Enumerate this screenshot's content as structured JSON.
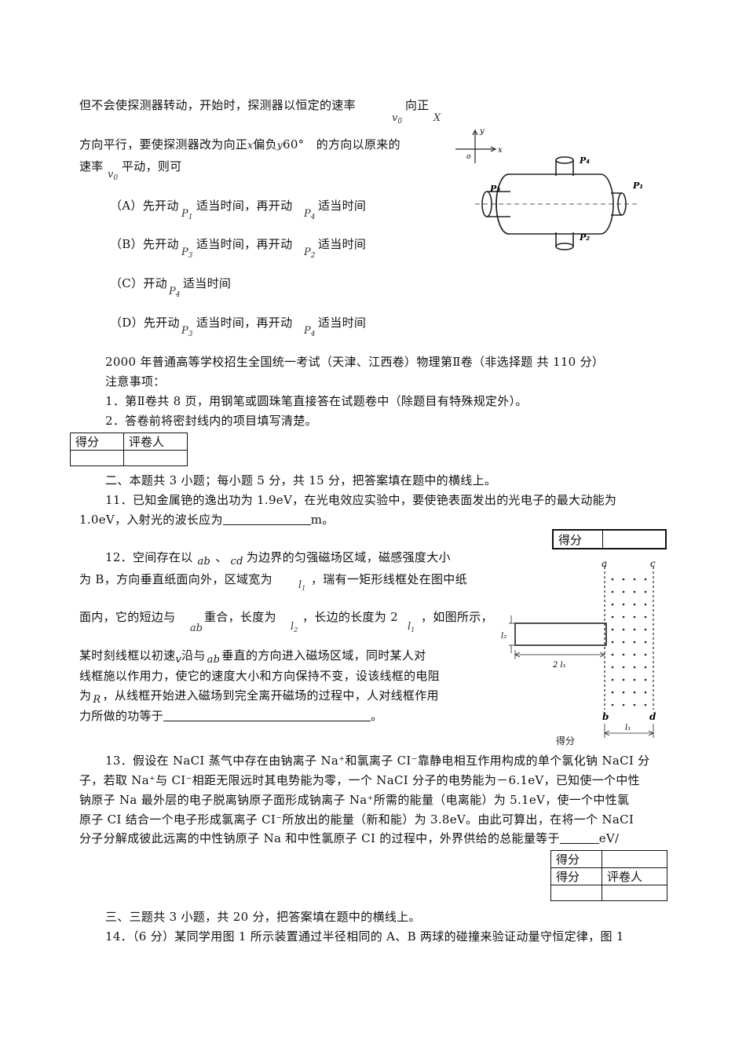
{
  "intro": {
    "line1": "但不会使探测器转动，开始时，探测器以恒定的速率",
    "line1_end": "向正",
    "v0": "v",
    "v0_sub": "0",
    "x_label": "X",
    "line2a": "方向平行，要使探测器改为向正",
    "line2_x": "x",
    "line2b": "偏负",
    "line2_y": "y",
    "line2c": "60°　的方向以原来的",
    "line3a": "速率",
    "line3b": "平动，则可"
  },
  "options": [
    {
      "prefix": "（A）先开动",
      "p1": "P",
      "p1_sub": "1",
      "mid": "适当时间，再开动",
      "p2": "P",
      "p2_sub": "4",
      "end": "适当时间"
    },
    {
      "prefix": "（B）先开动",
      "p1": "P",
      "p1_sub": "3",
      "mid": "适当时间，再开动",
      "p2": "P",
      "p2_sub": "2",
      "end": "适当时间"
    },
    {
      "prefix": "（C）开动",
      "p1": "P",
      "p1_sub": "4",
      "mid": "适当时间"
    },
    {
      "prefix": "（D）先开动",
      "p1": "P",
      "p1_sub": "3",
      "mid": "适当时间，再开动",
      "p2": "P",
      "p2_sub": "4",
      "end": "适当时间"
    }
  ],
  "exam_title": "2000 年普通高等学校招生全国统一考试（天津、江西卷）物理第Ⅱ卷（非选择题 共 110 分）",
  "notice_head": "注意事项：",
  "notice_1": "1．第Ⅱ卷共 8 页，用钢笔或圆珠笔直接答在试题卷中（除题目有特殊规定外）。",
  "notice_2": "2．答卷前将密封线内的项目填写清楚。",
  "score_label": "得分",
  "grader_label": "评卷人",
  "section2": "二、本题共 3 小题；每小题 5 分，共 15 分，把答案填在题中的横线上。",
  "q11_a": "11．已知金属铯的逸出功为 1.9eV，在光电效应实验中，要使铯表面发出的光电子的最大动能为",
  "q11_b": "1.0eV，入射光的波长应为",
  "q11_unit": "m。",
  "q12": {
    "l1a": "12．空间存在以",
    "ab": "ab",
    "l1b": "、",
    "cd": "cd",
    "l1c": "为边界的匀强磁场区域，磁感强度大小",
    "l2a": "为 B，方向垂直纸面向外，区域宽为",
    "l_sym": "l",
    "l_sub1": "1",
    "l2b": "，瑞有一矩形线框处在图中纸",
    "l3a": "面内，它的短边与",
    "l3b": "重合，长度为",
    "l_sub2": "2",
    "l3c": "，长边的长度为 2",
    "l3d": "，如图所示，",
    "l4a": "某时刻线框以初速",
    "v": "v",
    "l4b": "沿与",
    "l4c": "垂直的方向进入磁场区域，同时某人对",
    "l5": "线框施以作用力，使它的速度大小和方向保持不变，设该线框的电阻",
    "l6a": "为",
    "R": "R",
    "l6b": "，从线框开始进入磁场到完全离开磁场的过程中，人对线框作用",
    "l7a": "力所做的功等于",
    "l7b": "。"
  },
  "q13": {
    "l1": "13．假设在 NaCI 蒸气中存在由钠离子 Na⁺和氯离子 CI⁻靠静电相互作用构成的单个氯化钠 NaCI 分",
    "l2": "子，若取 Na⁺与 CI⁻相距无限远时其电势能为零，一个 NaCI 分子的电势能为－6.1eV，已知使一个中性",
    "l3": "钠原子 Na 最外层的电子脱离钠原子面形成钠离子 Na⁺所需的能量（电离能）为 5.1eV，使一个中性氯",
    "l4": "原子 CI 结合一个电子形成氯离子 CI⁻所放出的能量（新和能）为 3.8eV。由此可算出，在将一个 NaCI",
    "l5": "分子分解成彼此远离的中性钠原子 Na 和中性氯原子 CI 的过程中，外界供给的总能量等于",
    "l5_end": "eV/"
  },
  "section3": "三、三题共 3 小题，共 20 分，把答案填在题中的横线上。",
  "q14": "14．（6 分）某同学用图 1 所示装置通过半径相同的 A、B 两球的碰撞来验证动量守恒定律，图 1",
  "fig1": {
    "y_axis": "y",
    "x_axis": "x",
    "origin": "o",
    "p1": "P₁",
    "p2": "P₂",
    "p3": "P₃",
    "p4": "P₄"
  },
  "fig2": {
    "a": "a",
    "c": "c",
    "b": "b",
    "d": "d",
    "l2": "l₂",
    "two_l1": "2 l₁",
    "l1": "l₁",
    "cut_text": "得分"
  }
}
